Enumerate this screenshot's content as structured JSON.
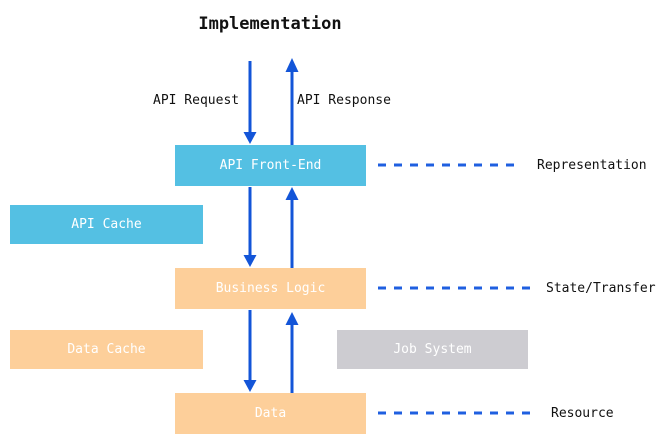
{
  "diagram": {
    "title": "Implementation",
    "colors": {
      "representation_layer": "#54c0e3",
      "state_transfer_layer": "#fdcf9a",
      "auxiliary": "#cdccd1",
      "arrow": "#1355d8",
      "node_text": "#ffffff",
      "label_text": "#111111",
      "background": "#ffffff"
    },
    "nodes": [
      {
        "id": "api-front-end",
        "label": "API Front-End",
        "color": "#54c0e3"
      },
      {
        "id": "api-cache",
        "label": "API Cache",
        "color": "#54c0e3"
      },
      {
        "id": "business-logic",
        "label": "Business Logic",
        "color": "#fdcf9a"
      },
      {
        "id": "data-cache",
        "label": "Data Cache",
        "color": "#fdcf9a"
      },
      {
        "id": "job-system",
        "label": "Job System",
        "color": "#cdccd1"
      },
      {
        "id": "data",
        "label": "Data",
        "color": "#fdcf9a"
      }
    ],
    "edge_labels": [
      {
        "id": "api-request",
        "label": "API Request"
      },
      {
        "id": "api-response",
        "label": "API Response"
      }
    ],
    "layer_labels": [
      {
        "id": "representation",
        "label": "Representation"
      },
      {
        "id": "state-transfer",
        "label": "State/Transfer"
      },
      {
        "id": "resource",
        "label": "Resource"
      }
    ]
  }
}
